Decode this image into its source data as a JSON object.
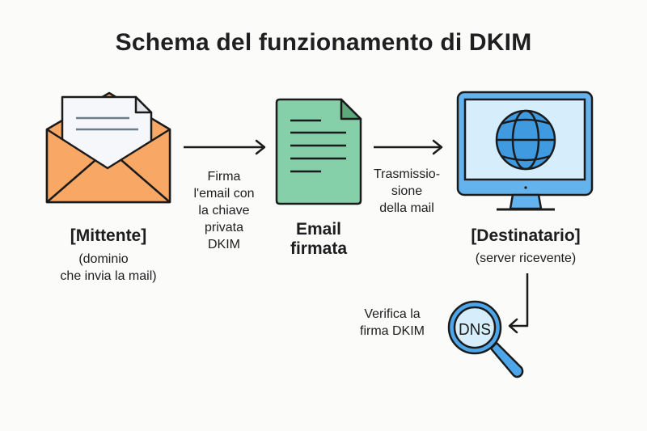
{
  "title": "Schema del funzionamento di DKIM",
  "colors": {
    "envelope": "#f9a765",
    "letter": "#f5f7fa",
    "signed_doc": "#85cfa9",
    "signed_doc_fold": "#5ea97c",
    "monitor_frame": "#64b3ec",
    "monitor_screen": "#d6eefc",
    "globe": "#3f9ae0",
    "magnifier_ring": "#4ea6ea",
    "magnifier_lens": "#d6eefc",
    "outline": "#1b1b1b",
    "text_lines": "#6c7d8a"
  },
  "nodes": {
    "sender": {
      "icon": "open-envelope-with-letter",
      "title": "[Mittente]",
      "subtitle_lines": [
        "(dominio",
        "che invia la mail)"
      ]
    },
    "signed_email": {
      "icon": "signed-document",
      "title_lines": [
        "Email",
        "firmata"
      ]
    },
    "recipient": {
      "icon": "monitor-with-globe",
      "title": "[Destinatario]",
      "subtitle": "(server ricevente)"
    },
    "dns": {
      "icon": "magnifier-dns",
      "badge": "DNS"
    }
  },
  "steps": [
    {
      "from": "sender",
      "to": "signed_email",
      "text_lines": [
        "Firma",
        "l'email con",
        "la chiave",
        "privata",
        "DKIM"
      ]
    },
    {
      "from": "signed_email",
      "to": "recipient",
      "text_lines": [
        "Trasmissio-",
        "sione",
        "della mail"
      ]
    },
    {
      "from": "recipient",
      "to": "dns",
      "text_lines": [
        "Verifica la",
        "firma DKIM"
      ]
    }
  ]
}
